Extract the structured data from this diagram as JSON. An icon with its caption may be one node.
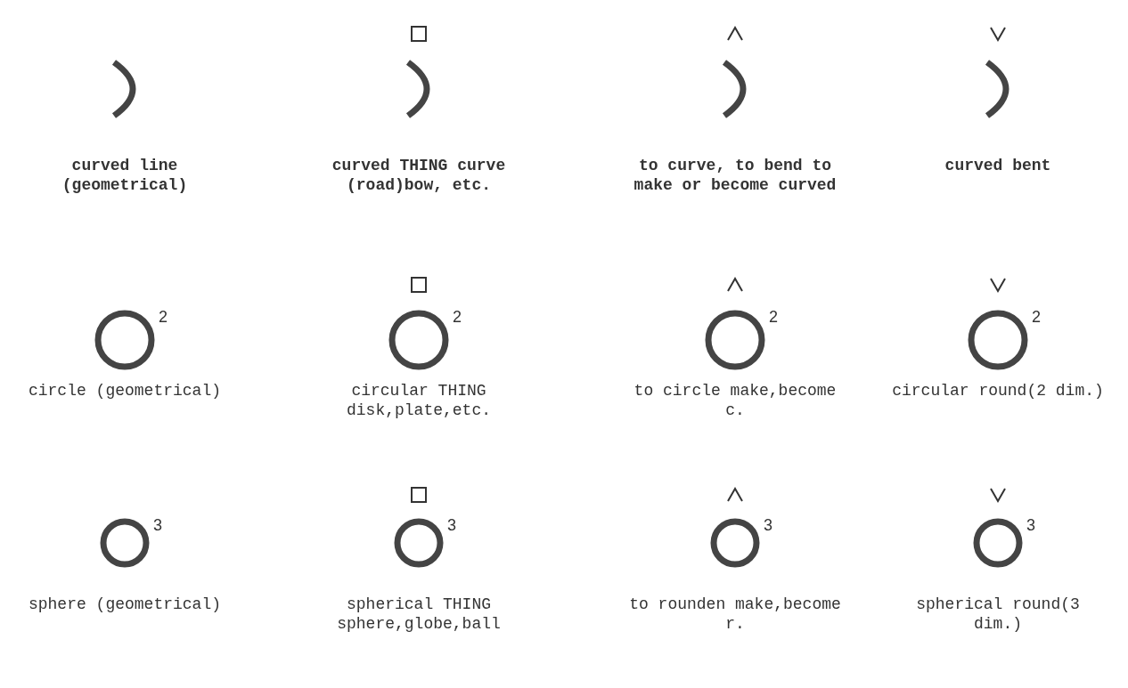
{
  "diagram": {
    "labels": [
      "curved line (geometrical)",
      "curved THING curve (road)bow, etc.",
      "to curve, to bend to make or become curved",
      "curved bent",
      "2",
      "2",
      "2",
      "2",
      "circle (geometrical)",
      "circular THING disk,plate,etc.",
      "to circle make,become c.",
      "circular round(2 dim.)",
      "3",
      "3",
      "3",
      "3",
      "sphere (geometrical)",
      "spherical THING sphere,globe,ball",
      "to rounden make,become r.",
      "spherical round(3 dim.)"
    ]
  }
}
